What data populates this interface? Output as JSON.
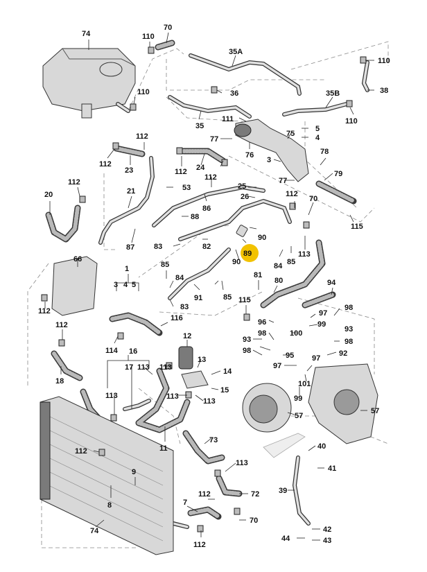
{
  "diagram": {
    "highlight_color": "#f2c200",
    "highlighted_part": "89",
    "labels": {
      "l74a": "74",
      "l110a": "110",
      "l70a": "70",
      "l35A": "35A",
      "l110b": "110",
      "l110c": "110",
      "l36": "36",
      "l38": "38",
      "l35B": "35B",
      "l35": "35",
      "l111": "111",
      "l110d": "110",
      "l5": "5",
      "l75": "75",
      "l4": "4",
      "l77a": "77",
      "l76": "76",
      "l78": "78",
      "l3": "3",
      "l112a": "112",
      "l112b": "112",
      "l23": "23",
      "l112c": "112",
      "l24": "24",
      "l112d": "112",
      "l79": "79",
      "l77b": "77",
      "l20": "20",
      "l112e": "112",
      "l21": "21",
      "l53": "53",
      "l25": "25",
      "l26": "26",
      "l86": "86",
      "l112f": "112",
      "l70b": "70",
      "l115a": "115",
      "l88": "88",
      "l87": "87",
      "l90a": "90",
      "l83a": "83",
      "l82": "82",
      "l89": "89",
      "l90b": "90",
      "l84a": "84",
      "l85a": "85",
      "l113a": "113",
      "l66": "66",
      "l1": "1",
      "l85b": "85",
      "l84b": "84",
      "l3b": "3",
      "l4b": "4",
      "l5b": "5",
      "l81": "81",
      "l112g": "112",
      "l91": "91",
      "l83b": "83",
      "l85c": "85",
      "l80": "80",
      "l94": "94",
      "l115b": "115",
      "l116": "116",
      "l98a": "98",
      "l96": "96",
      "l97a": "97",
      "l99a": "99",
      "l93a": "93",
      "l112h": "112",
      "l114": "114",
      "l12": "12",
      "l98b": "98",
      "l100": "100",
      "l98c": "98",
      "l93b": "93",
      "l95": "95",
      "l92": "92",
      "l98d": "98",
      "l97b": "97",
      "l18": "18",
      "l16": "16",
      "l17": "17",
      "l113b": "113",
      "l113c": "113",
      "l13": "13",
      "l14": "14",
      "l15": "15",
      "l97c": "97",
      "l101": "101",
      "l99b": "99",
      "l113d": "113",
      "l113e": "113",
      "l57a": "57",
      "l57b": "57",
      "l11": "11",
      "l73": "73",
      "l112i": "112",
      "l40": "40",
      "l9": "9",
      "l41": "41",
      "l113f": "113",
      "l8": "8",
      "l112j": "112",
      "l72": "72",
      "l39": "39",
      "l7": "7",
      "l70c": "70",
      "l74b": "74",
      "l112k": "112",
      "l42": "42",
      "l44": "44",
      "l43": "43"
    }
  }
}
